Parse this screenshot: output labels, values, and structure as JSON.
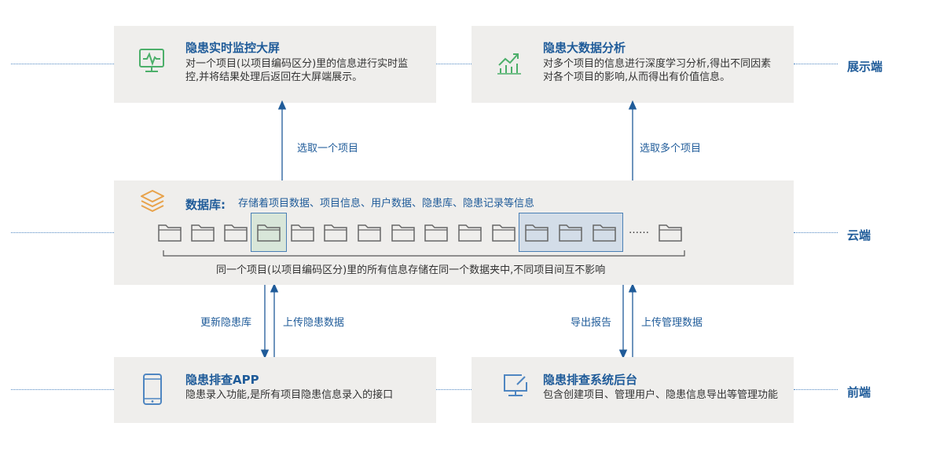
{
  "tiers": {
    "display": "展示端",
    "cloud": "云端",
    "front": "前端"
  },
  "display_boxes": {
    "realtime": {
      "title": "隐患实时监控大屏",
      "desc": "对一个项目(以项目编码区分)里的信息进行实时监控,并将结果处理后返回在大屏端展示。",
      "icon": "monitor-icon"
    },
    "analysis": {
      "title": "隐患大数据分析",
      "desc": "对多个项目的信息进行深度学习分析,得出不同因素对各个项目的影响,从而得出有价值信息。",
      "icon": "chart-trend-icon"
    }
  },
  "arrows": {
    "select_one": "选取一个项目",
    "select_many": "选取多个项目",
    "update_lib": "更新隐患库",
    "upload_hazard": "上传隐患数据",
    "export_report": "导出报告",
    "upload_manage": "上传管理数据"
  },
  "database": {
    "title": "数据库:",
    "desc": "存储着项目数据、项目信息、用户数据、隐患库、隐患记录等信息",
    "ellipsis": "……",
    "note": "同一个项目(以项目编码区分)里的所有信息存储在同一个数据夹中,不同项目间互不影响",
    "icon": "layers-icon"
  },
  "front_boxes": {
    "app": {
      "title": "隐患排查APP",
      "desc": "隐患录入功能,是所有项目隐患信息录入的接口",
      "icon": "phone-icon"
    },
    "backend": {
      "title": "隐患排查系统后台",
      "desc": "包含创建项目、管理用户、隐患信息导出等管理功能",
      "icon": "computer-icon"
    }
  },
  "colors": {
    "accent": "#1f5b99",
    "icon_green": "#4caf6a",
    "icon_orange": "#e8a24a",
    "box_bg": "#efeeec",
    "highlight_green": "#d8e6d9",
    "highlight_blue": "#d3dde8"
  }
}
